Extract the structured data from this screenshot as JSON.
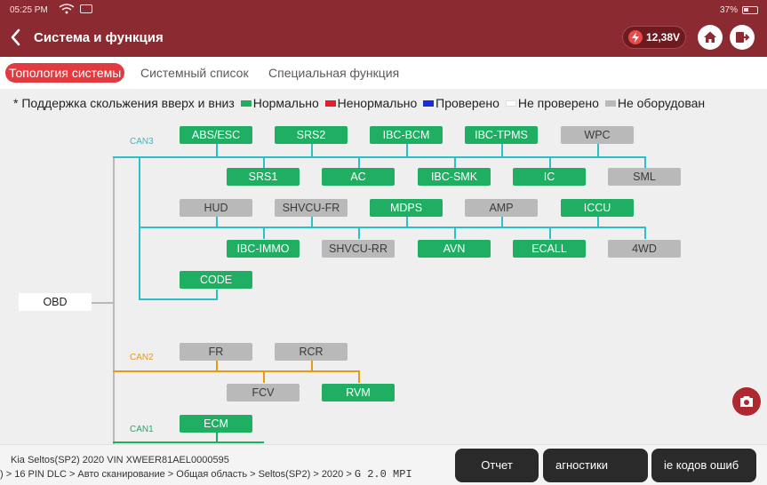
{
  "status": {
    "time": "05:25 PM",
    "battery": "37%"
  },
  "header": {
    "title": "Система и функция",
    "voltage": "12,38V"
  },
  "tabs": [
    "Топология системы",
    "Системный список",
    "Специальная функция"
  ],
  "legend": {
    "hint": "* Поддержка скольжения вверх и вниз",
    "items": [
      {
        "label": "Нормально",
        "color": "#1fae62"
      },
      {
        "label": "Ненормально",
        "color": "#e0202a"
      },
      {
        "label": "Проверено",
        "color": "#1a2fd6"
      },
      {
        "label": "Не проверено",
        "color": "#ffffff"
      },
      {
        "label": "Не оборудован",
        "color": "#b9b9b9"
      }
    ]
  },
  "topology": {
    "obd": "OBD",
    "buses": {
      "can3": {
        "label": "CAN3",
        "color": "#2bbfc6"
      },
      "can2": {
        "label": "CAN2",
        "color": "#e89a12"
      },
      "can1": {
        "label": "CAN1",
        "color": "#1fae62"
      }
    },
    "modules": [
      {
        "label": "ABS/ESC",
        "status": "ok"
      },
      {
        "label": "SRS2",
        "status": "ok"
      },
      {
        "label": "IBC-BCM",
        "status": "ok"
      },
      {
        "label": "IBC-TPMS",
        "status": "ok"
      },
      {
        "label": "WPC",
        "status": "no"
      },
      {
        "label": "SRS1",
        "status": "ok"
      },
      {
        "label": "AC",
        "status": "ok"
      },
      {
        "label": "IBC-SMK",
        "status": "ok"
      },
      {
        "label": "IC",
        "status": "ok"
      },
      {
        "label": "SML",
        "status": "no"
      },
      {
        "label": "HUD",
        "status": "no"
      },
      {
        "label": "SHVCU-FR",
        "status": "no"
      },
      {
        "label": "MDPS",
        "status": "ok"
      },
      {
        "label": "AMP",
        "status": "no"
      },
      {
        "label": "ICCU",
        "status": "ok"
      },
      {
        "label": "IBC-IMMO",
        "status": "ok"
      },
      {
        "label": "SHVCU-RR",
        "status": "no"
      },
      {
        "label": "AVN",
        "status": "ok"
      },
      {
        "label": "ECALL",
        "status": "ok"
      },
      {
        "label": "4WD",
        "status": "no"
      },
      {
        "label": "CODE",
        "status": "ok"
      },
      {
        "label": "FR",
        "status": "no"
      },
      {
        "label": "RCR",
        "status": "no"
      },
      {
        "label": "FCV",
        "status": "no"
      },
      {
        "label": "RVM",
        "status": "ok"
      },
      {
        "label": "ECM",
        "status": "ok"
      }
    ]
  },
  "footer": {
    "vehicle": "Kia  Seltos(SP2)  2020  VIN  XWEER81AEL0000595",
    "path": ") > 16 PIN DLC > Авто сканирование > Общая область > Seltos(SP2) > 2020 > ",
    "engine": "G 2.0 MPI",
    "buttons": [
      "Отчет",
      "агностики",
      "ie кодов ошиб"
    ]
  }
}
